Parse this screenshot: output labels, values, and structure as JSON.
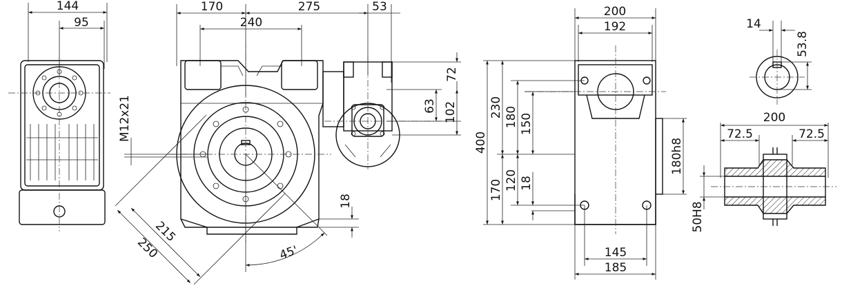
{
  "dimensions": {
    "v1_144": "144",
    "v1_95": "95",
    "v2_170": "170",
    "v2_275": "275",
    "v2_53": "53",
    "v2_240": "240",
    "v2_m12x21": "M12x21",
    "v2_72": "72",
    "v2_63": "63",
    "v2_102": "102",
    "v2_18": "18",
    "v2_215": "215",
    "v2_250": "250",
    "v2_45": "45'",
    "v3_400": "400",
    "v3_230": "230",
    "v3_180": "180",
    "v3_150": "150",
    "v3_120": "120",
    "v3_18": "18",
    "v3_170": "170",
    "v3_180h8": "180h8",
    "v3_200": "200",
    "v3_192": "192",
    "v3_145": "145",
    "v3_185": "185",
    "v4_14": "14",
    "v4_538": "53.8",
    "v5_200": "200",
    "v5_725a": "72.5",
    "v5_725b": "72.5",
    "v5_50h8": "50H8"
  }
}
